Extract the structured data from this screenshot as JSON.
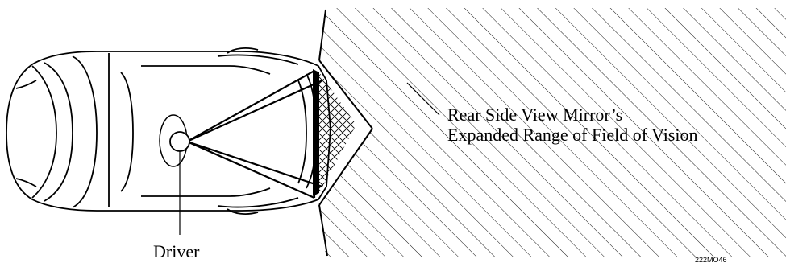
{
  "diagram": {
    "labels": {
      "vision_line1": "Rear Side View Mirror’s",
      "vision_line2": "Expanded Range of Field of Vision",
      "driver": "Driver",
      "figure_code": "222MO46"
    }
  },
  "colors": {
    "line": "#000000",
    "background": "#ffffff"
  }
}
